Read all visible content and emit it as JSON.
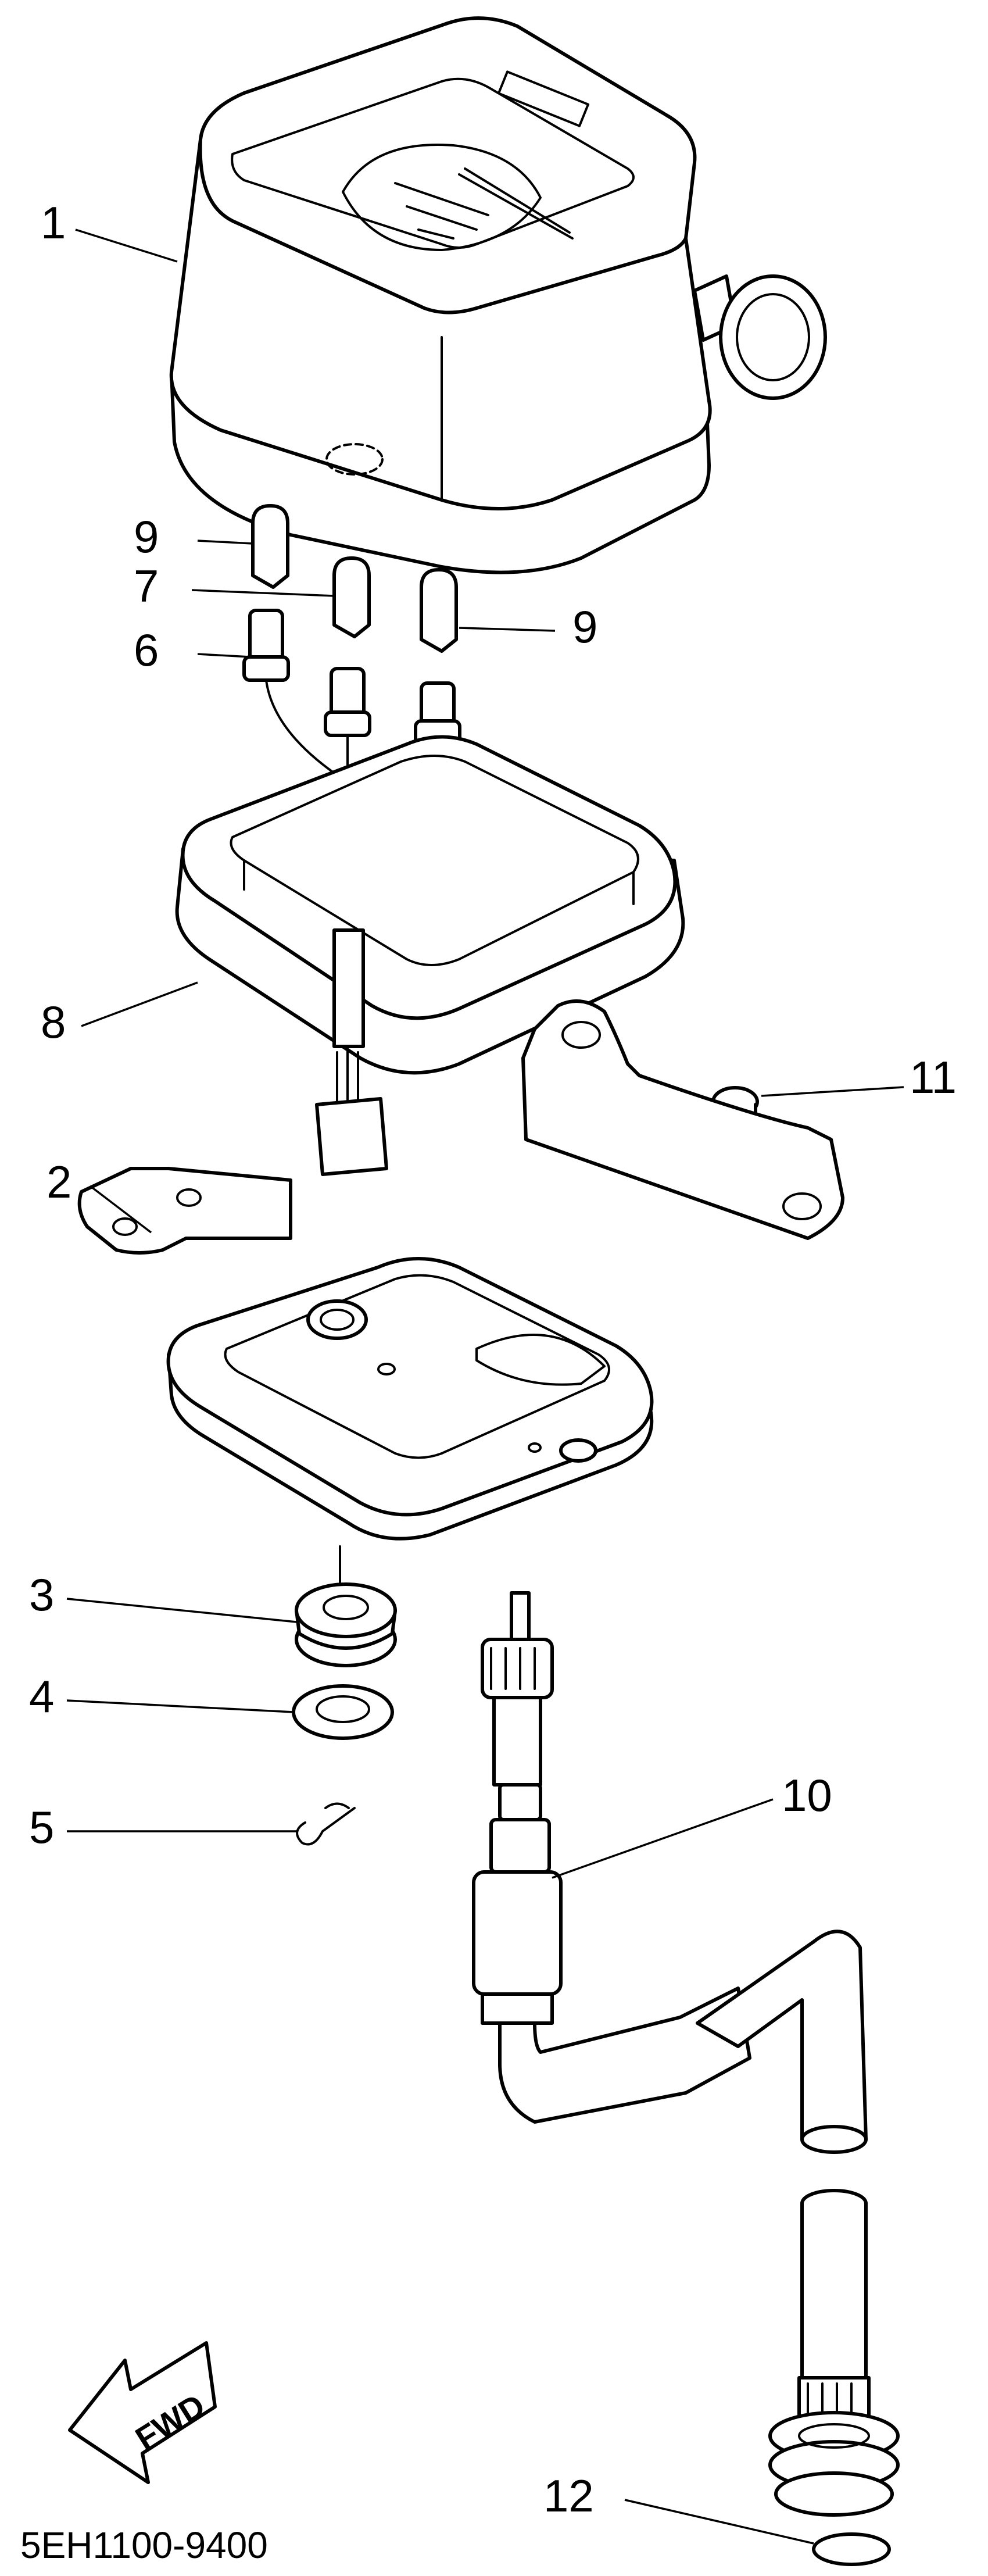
{
  "diagram_code": "5EH1100-9400",
  "fwd_label": "FWD",
  "callouts": {
    "p1": "1",
    "p2": "2",
    "p3": "3",
    "p4": "4",
    "p5": "5",
    "p6": "6",
    "p7": "7",
    "p8": "8",
    "p9a": "9",
    "p9b": "9",
    "p10": "10",
    "p11": "11",
    "p12": "12"
  }
}
